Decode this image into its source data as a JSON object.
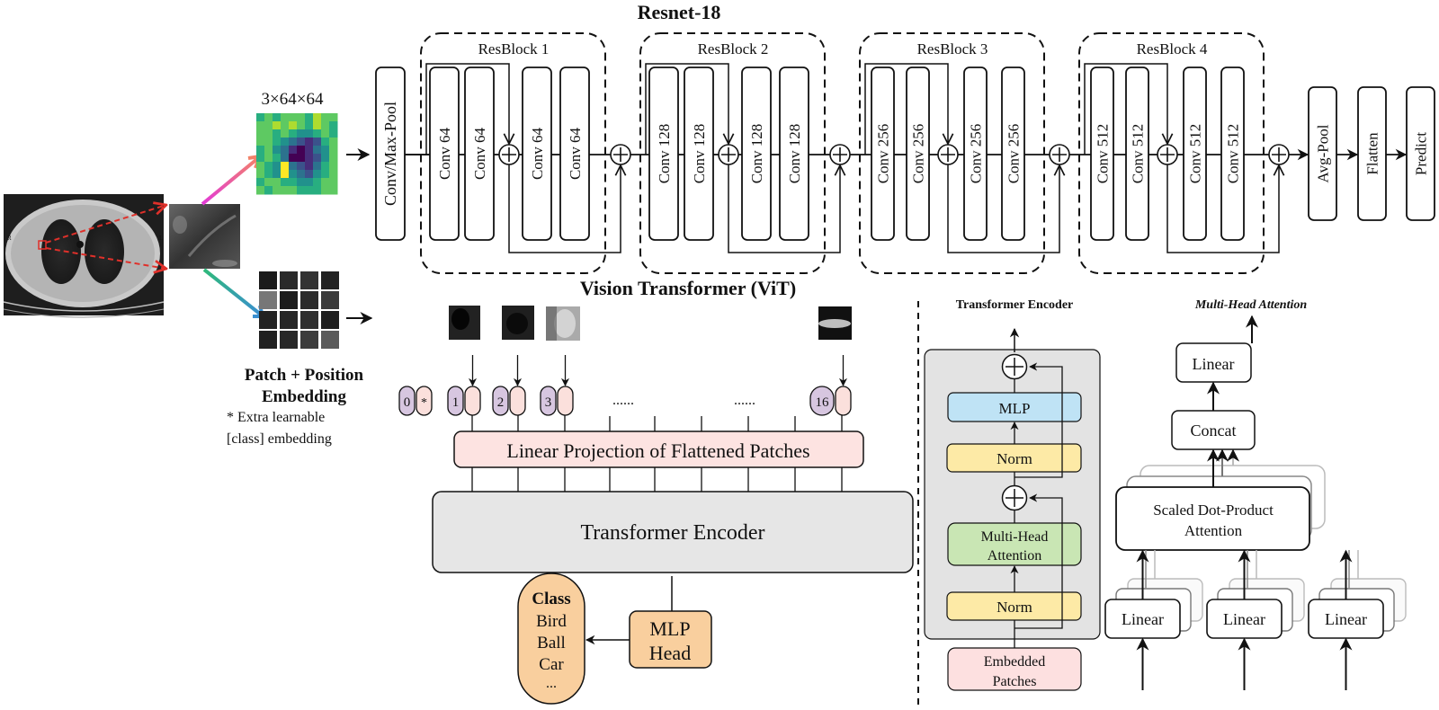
{
  "resnet": {
    "title": "Resnet-18",
    "input_label": "3×64×64",
    "stem": "Conv/Max-Pool",
    "blocks": [
      {
        "label": "ResBlock 1",
        "convs": [
          "Conv 64",
          "Conv 64",
          "Conv 64",
          "Conv 64"
        ]
      },
      {
        "label": "ResBlock 2",
        "convs": [
          "Conv 128",
          "Conv 128",
          "Conv 128",
          "Conv 128"
        ]
      },
      {
        "label": "ResBlock 3",
        "convs": [
          "Conv 256",
          "Conv 256",
          "Conv 256",
          "Conv 256"
        ]
      },
      {
        "label": "ResBlock 4",
        "convs": [
          "Conv 512",
          "Conv 512",
          "Conv 512",
          "Conv 512"
        ]
      }
    ],
    "head": [
      "Avg-Pool",
      "Flatten",
      "Predict"
    ]
  },
  "vit": {
    "title": "Vision Transformer (ViT)",
    "embedding_title_1": "Patch + Position",
    "embedding_title_2": "Embedding",
    "note_1": "* Extra learnable",
    "note_2": "[class] embedding",
    "tokens": [
      "0",
      "1",
      "2",
      "3",
      "16"
    ],
    "class_token_marker": "*",
    "ellipsis": "......",
    "projection": "Linear Projection of Flattened Patches",
    "encoder": "Transformer Encoder",
    "mlp_head_1": "MLP",
    "mlp_head_2": "Head",
    "class_list": {
      "title": "Class",
      "items": [
        "Bird",
        "Ball",
        "Car",
        "..."
      ]
    }
  },
  "encoder_detail": {
    "title": "Transformer Encoder",
    "mlp": "MLP",
    "norm": "Norm",
    "mha_1": "Multi-Head",
    "mha_2": "Attention",
    "embedded_1": "Embedded",
    "embedded_2": "Patches"
  },
  "mha_detail": {
    "title": "Multi-Head Attention",
    "linear": "Linear",
    "concat": "Concat",
    "sdpa_1": "Scaled Dot-Product",
    "sdpa_2": "Attention"
  },
  "colors": {
    "viridis_dark": "#440154",
    "viridis_mid": "#3b528b",
    "viridis_teal": "#21918c",
    "viridis_green": "#5ec962",
    "viridis_yellow": "#fde725",
    "token_purple": "#d7c6e0",
    "token_pink": "#fbe0dc",
    "projection_fill": "#fde3e1",
    "encoder_fill": "#e6e6e6",
    "mlp_head_fill": "#f9cf9e",
    "mlp_blue": "#bfe3f5",
    "norm_yellow": "#fdeaa6",
    "mha_green": "#c9e6b4",
    "embedded_pink": "#fde0e0"
  }
}
